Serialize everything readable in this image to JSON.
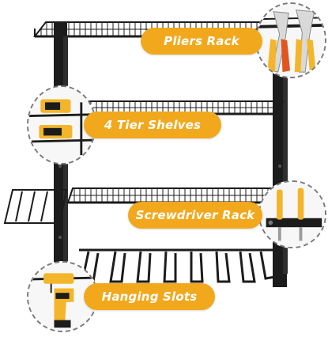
{
  "labels": {
    "pliers": "Pliers Rack",
    "tiers": "4 Tier Shelves",
    "screwdriver": "Screwdriver Rack",
    "slots": "Hanging Slots"
  },
  "colors": {
    "accent": "#f2a81d",
    "rack": "#1c1c1c",
    "tool_yellow": "#f3b52a",
    "dashed_border": "#7a7a7a",
    "background": "#ffffff"
  },
  "images": {
    "main": "black metal 4-tier tool storage rack",
    "pliers_detail": "pliers hanging on rack",
    "tiers_detail": "power tools on shelves",
    "screwdriver_detail": "screwdrivers in holder",
    "slots_detail": "drill hanging in slot"
  }
}
